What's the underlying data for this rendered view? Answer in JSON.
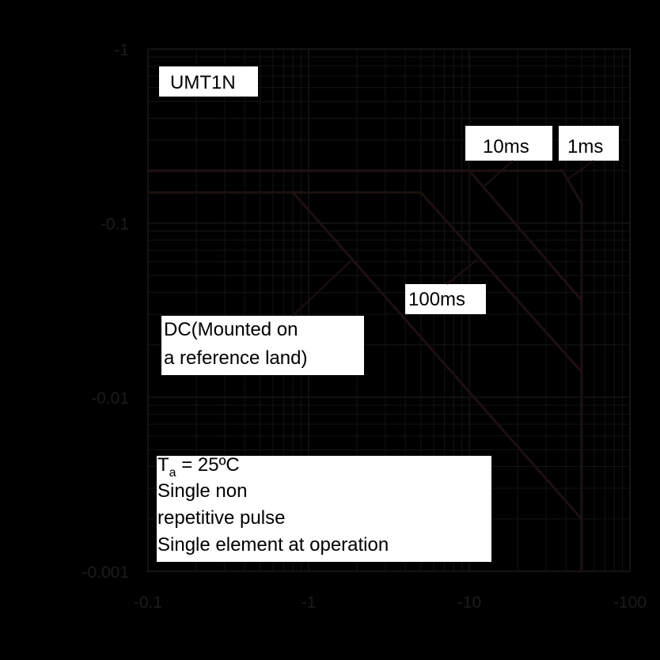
{
  "chart_data": {
    "type": "line",
    "title": "UMT1N",
    "x_scale": "log",
    "y_scale": "log",
    "xlim": [
      -0.1,
      -100
    ],
    "ylim": [
      -0.001,
      -1
    ],
    "x_ticks": [
      "-0.1",
      "-1",
      "-10",
      "-100"
    ],
    "y_ticks": [
      "-1",
      "-0.1",
      "-0.01",
      "-0.001"
    ],
    "grid": true,
    "series": [
      {
        "name": "1ms",
        "points": [
          [
            -0.1,
            -0.2
          ],
          [
            -38,
            -0.2
          ],
          [
            -50,
            -0.13
          ],
          [
            -50,
            -0.001
          ]
        ]
      },
      {
        "name": "10ms",
        "points": [
          [
            -0.1,
            -0.2
          ],
          [
            -10,
            -0.2
          ],
          [
            -50,
            -0.036
          ],
          [
            -50,
            -0.001
          ]
        ]
      },
      {
        "name": "100ms",
        "points": [
          [
            -0.1,
            -0.15
          ],
          [
            -5,
            -0.15
          ],
          [
            -50,
            -0.014
          ],
          [
            -50,
            -0.001
          ]
        ]
      },
      {
        "name": "DC(Mounted  on|a reference land)",
        "points": [
          [
            -0.1,
            -0.15
          ],
          [
            -0.8,
            -0.15
          ],
          [
            -50,
            -0.002
          ],
          [
            -50,
            -0.001
          ]
        ]
      }
    ],
    "annotations": {
      "conditions": [
        "Single non",
        "repetitive pulse",
        "Single element at operation"
      ],
      "ta_symbol": "T",
      "ta_sub": "a",
      "ta_value": " = 25ºC"
    },
    "colors": {
      "background": "#000000",
      "curve": "#1e1010",
      "grid": "#141414",
      "tick_text": "#1c1c1c",
      "label_box": "#ffffff"
    }
  }
}
